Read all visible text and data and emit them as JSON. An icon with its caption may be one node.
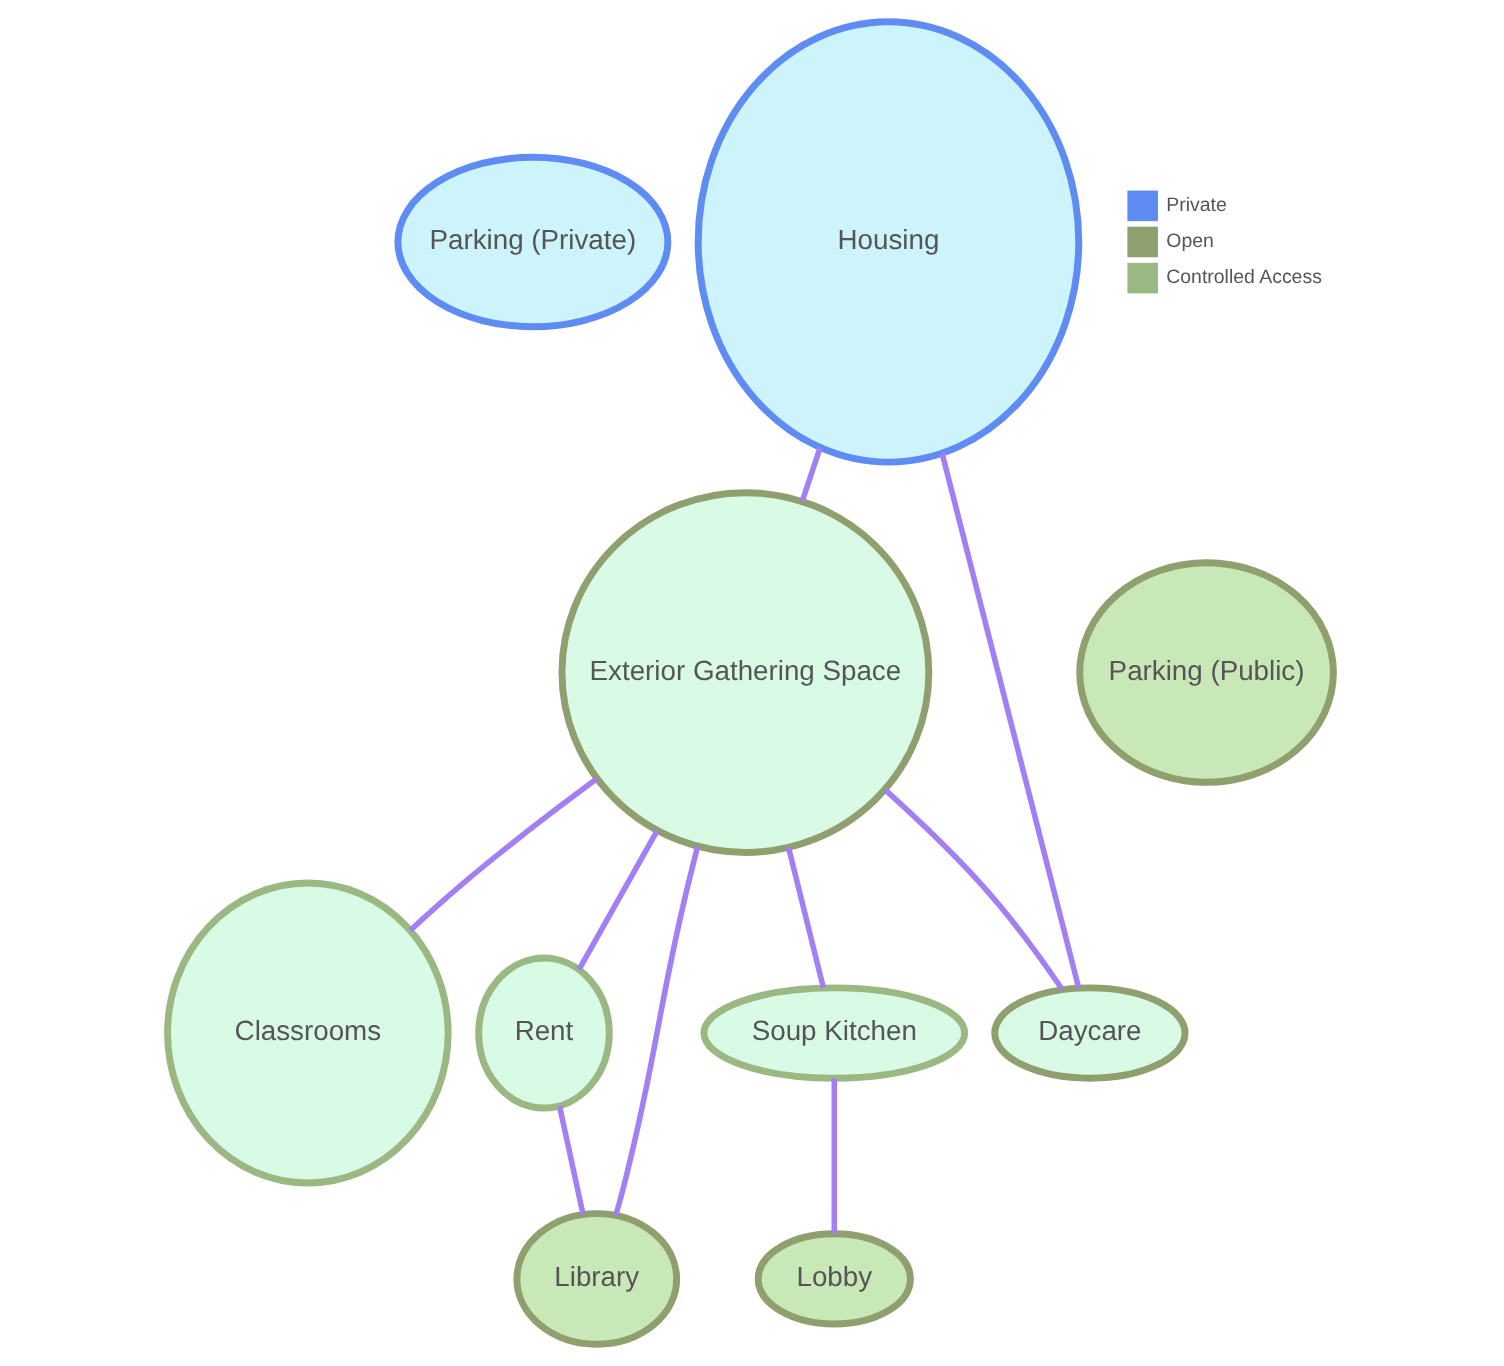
{
  "diagram": {
    "nodes": [
      {
        "text": [
          "Parking (Private)"
        ]
      },
      {
        "text": [
          "Classrooms"
        ]
      },
      {
        "text": [
          "Housing"
        ]
      },
      {
        "text": [
          "Exterior Gathering Space"
        ]
      },
      {
        "text": [
          "Rent"
        ]
      },
      {
        "text": [
          "Parking (Public)"
        ]
      },
      {
        "text": [
          "Daycare"
        ]
      },
      {
        "text": [
          "Soup Kitchen"
        ]
      },
      {
        "text": [
          "Lobby"
        ]
      },
      {
        "text": [
          "Library"
        ]
      }
    ],
    "edges": [
      {
        "from": 2,
        "to": 3,
        "arrow": "none"
      },
      {
        "from": 3,
        "to": 1,
        "arrow": "none"
      },
      {
        "from": 3,
        "to": 4,
        "arrow": "none"
      },
      {
        "from": 4,
        "to": 9,
        "arrow": "none"
      },
      {
        "from": 3,
        "to": 9,
        "arrow": "none"
      },
      {
        "from": 2,
        "to": 6,
        "arrow": "none"
      },
      {
        "from": 3,
        "to": 6,
        "arrow": "none"
      },
      {
        "from": 3,
        "to": 7,
        "arrow": "none"
      },
      {
        "from": 7,
        "to": 8,
        "arrow": "none"
      }
    ],
    "legend": [
      {
        "text": "Private",
        "color": "#5f8cf2"
      },
      {
        "text": "Open",
        "color": "#8f9f6e"
      },
      {
        "text": "Controlled Access",
        "color": "#9bb882"
      }
    ]
  }
}
